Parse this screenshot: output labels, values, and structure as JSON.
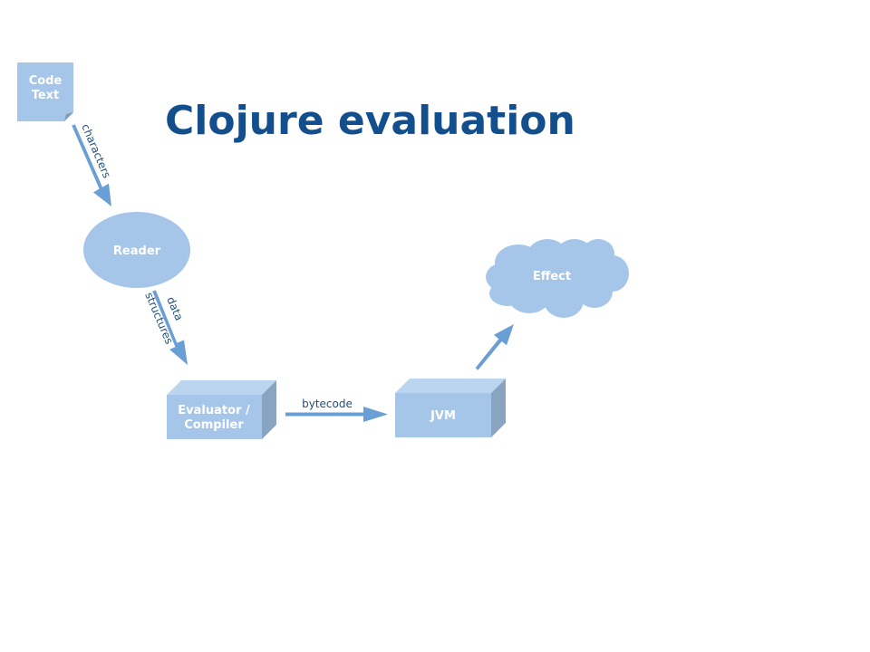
{
  "slide": {
    "title": "Clojure evaluation"
  },
  "nodes": {
    "code_text": {
      "line1": "Code",
      "line2": "Text"
    },
    "reader": {
      "label": "Reader"
    },
    "evaluator": {
      "line1": "Evaluator /",
      "line2": "Compiler"
    },
    "jvm": {
      "label": "JVM"
    },
    "effect": {
      "label": "Effect"
    }
  },
  "edges": {
    "characters": "characters",
    "data_structures_line1": "data",
    "data_structures_line2": "structures",
    "bytecode": "bytecode"
  },
  "colors": {
    "title": "#134f8c",
    "shape_fill": "#a5c6e8",
    "shape_top": "#bcd5ef",
    "shape_side": "#89a4c0",
    "arrow": "#6a9fd6",
    "edge_text": "#1f4e80",
    "node_text": "#ffffff"
  }
}
